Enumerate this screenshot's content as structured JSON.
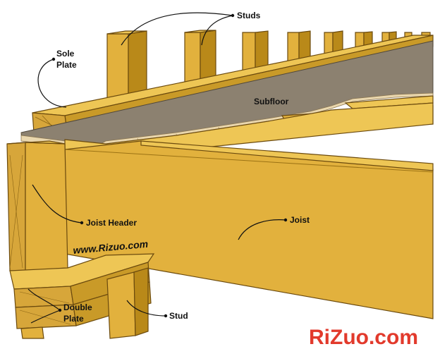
{
  "labels": {
    "studs": "Studs",
    "sole_plate": [
      "Sole",
      "Plate"
    ],
    "subfloor": "Subfloor",
    "joist_header": "Joist Header",
    "joist": "Joist",
    "double_plate": [
      "Double",
      "Plate"
    ],
    "stud": "Stud"
  },
  "watermark": "www.Rizuo.com",
  "brand": "RiZuo.com",
  "colors": {
    "lumber": "#E2B13D",
    "lumber_light": "#EEC655",
    "lumber_dark": "#B98919",
    "end_grain": "#D7A63A",
    "subfloor": "#8C8170",
    "plywood": "#EAD7AE",
    "brand_red": "#E23A2C"
  }
}
